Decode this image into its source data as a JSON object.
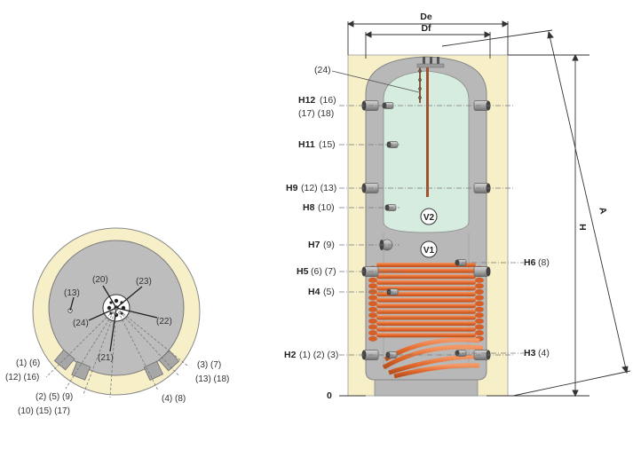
{
  "colors": {
    "insulation": "#f7efc8",
    "tank_shell": "#b8b8b8",
    "tank_outline": "#888888",
    "water_top": "#d6ecdf",
    "coil": "#e2692c",
    "coil_dark": "#b94e1c",
    "dim_line": "#333333",
    "ref_line": "#777777"
  },
  "icons": {
    "connection_stub": "cylinder-stub-icon",
    "anode": "anode-rod-icon"
  },
  "dimensions": {
    "de": "De",
    "df": "Df",
    "h": "H",
    "a": "A",
    "zero": "0"
  },
  "volumes": {
    "v1": "V1",
    "v2": "V2"
  },
  "side_labels": {
    "top_sensor": "(24)",
    "h12_a": "H12",
    "h12_b": "(16)",
    "h12_c": "(17) (18)",
    "h11_a": "H11",
    "h11_b": "(15)",
    "h9_a": "H9",
    "h9_b": "(12) (13)",
    "h8_a": "H8",
    "h8_b": "(10)",
    "h7_a": "H7",
    "h7_b": "(9)",
    "h5_a": "H5",
    "h5_b": "(6) (7)",
    "h4_a": "H4",
    "h4_b": "(5)",
    "h2_a": "H2",
    "h2_b": "(1) (2) (3)",
    "h6_a": "H6",
    "h6_b": "(8)",
    "h3_a": "H3",
    "h3_b": "(4)"
  },
  "top_view_labels": {
    "l13": "(13)",
    "l20": "(20)",
    "l23": "(23)",
    "l24": "(24)",
    "l22": "(22)",
    "l21": "(21)",
    "g1_a": "(1) (6)",
    "g1_b": "(12) (16)",
    "g2_a": "(2) (5) (9)",
    "g2_b": "(10) (15) (17)",
    "g3": "(4) (8)",
    "g4_a": "(3) (7)",
    "g4_b": "(13) (18)"
  }
}
